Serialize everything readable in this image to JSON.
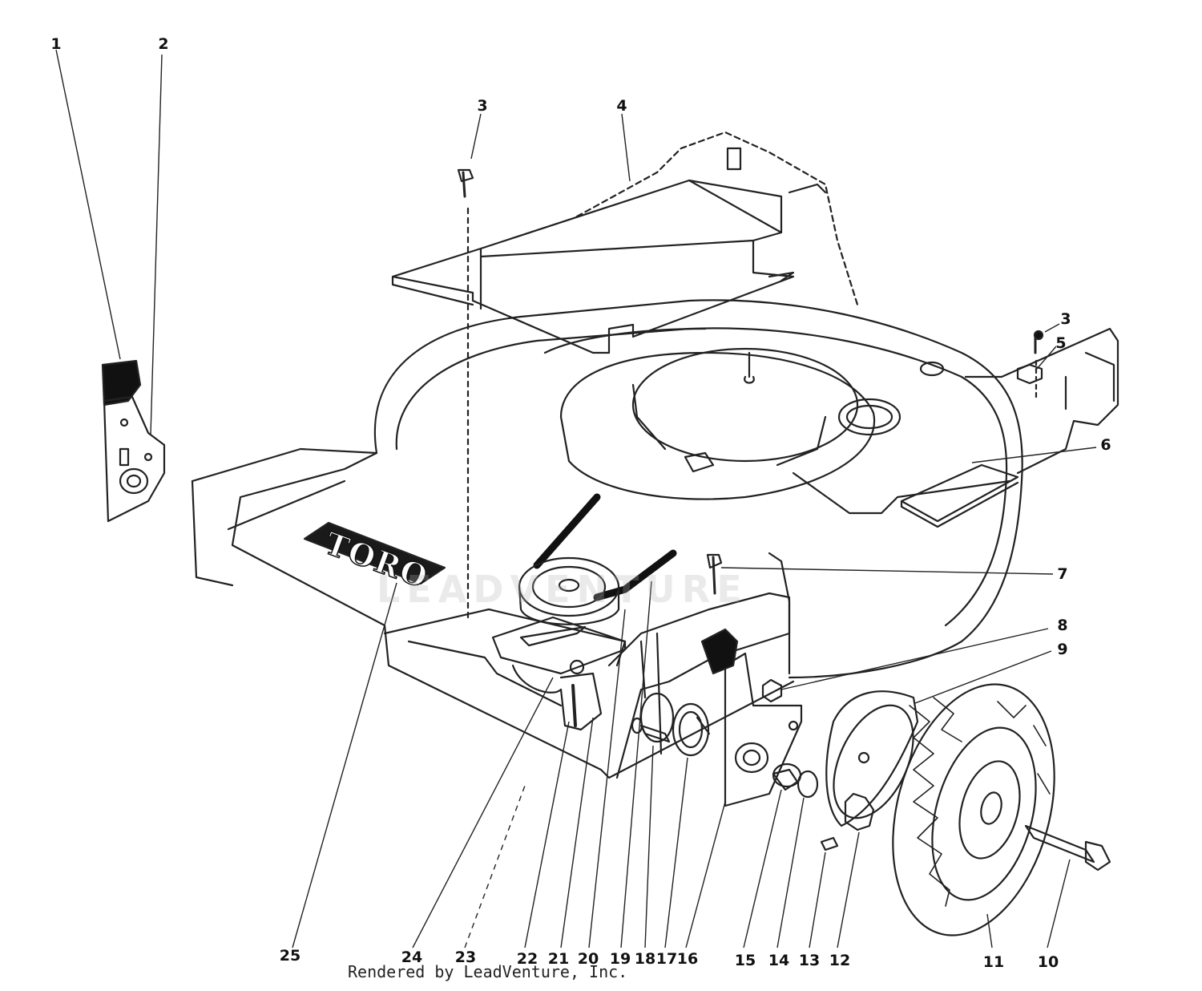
{
  "brand_logo": "TORO",
  "watermark": "LEADVENTURE",
  "footer": "Rendered by LeadVenture, Inc.",
  "callouts": [
    "1",
    "2",
    "3",
    "4",
    "3",
    "5",
    "6",
    "7",
    "8",
    "9",
    "25",
    "24",
    "23",
    "22",
    "21",
    "20",
    "19",
    "18",
    "17",
    "16",
    "15",
    "14",
    "13",
    "12",
    "11",
    "10"
  ]
}
